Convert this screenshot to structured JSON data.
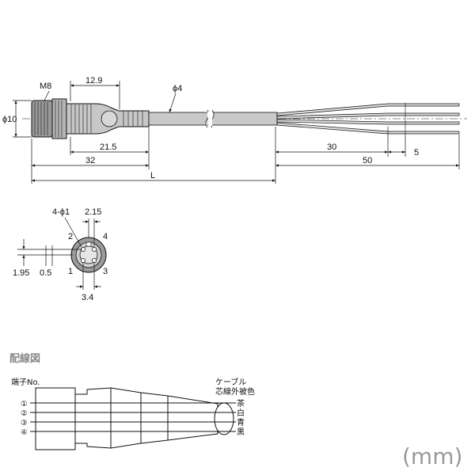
{
  "units_label": "(mm)",
  "section_title": "配線図",
  "top_view": {
    "thread_label": "M8",
    "dia10_label": "ϕ10",
    "dia4_label": "ϕ4",
    "dim_12_9": "12.9",
    "dim_21_5": "21.5",
    "dim_32": "32",
    "dim_L": "L",
    "dim_30": "30",
    "dim_5": "5",
    "dim_50": "50"
  },
  "pin_view": {
    "holes_label": "4-ϕ1",
    "dim_2_15": "2.15",
    "dim_1_95": "1.95",
    "dim_0_5": "0.5",
    "dim_3_4": "3.4",
    "pins": [
      "2",
      "4",
      "1",
      "3"
    ]
  },
  "wiring": {
    "terminal_label": "端子No.",
    "cable_label_line1": "ケーブル",
    "cable_label_line2": "芯線外被色",
    "terminals": [
      "①",
      "②",
      "③",
      "④"
    ],
    "colors": [
      "茶",
      "白",
      "青",
      "黒"
    ]
  }
}
